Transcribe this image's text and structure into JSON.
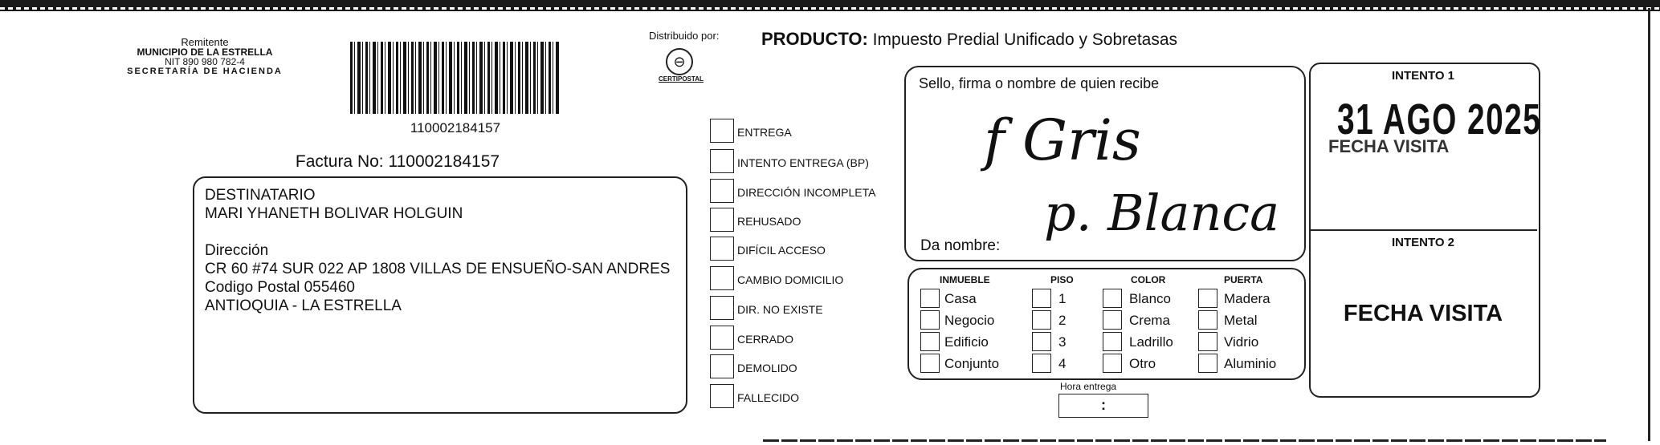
{
  "remitente": {
    "label": "Remitente",
    "name": "MUNICIPIO DE LA ESTRELLA",
    "nit": "NIT 890 980 782-4",
    "department": "SECRETARÍA DE HACIENDA"
  },
  "barcode_number": "110002184157",
  "factura": "Factura No: 110002184157",
  "destinatario": {
    "label": "DESTINATARIO",
    "name": "MARI YHANETH BOLIVAR HOLGUIN",
    "dir_label": "Dirección",
    "address": "CR 60  #74 SUR 022 AP 1808 VILLAS DE ENSUEÑO-SAN ANDRES",
    "postal": "Codigo Postal  055460",
    "city": "ANTIOQUIA - LA ESTRELLA"
  },
  "distribuido_por": "Distribuido por:",
  "logo_text": "CERTIPOSTAL",
  "producto": {
    "label": "PRODUCTO:",
    "value": "Impuesto Predial Unificado y Sobretasas"
  },
  "delivery_options": [
    "ENTREGA",
    "INTENTO ENTREGA (BP)",
    "DIRECCIÓN INCOMPLETA",
    "REHUSADO",
    "DIFÍCIL ACCESO",
    "CAMBIO DOMICILIO",
    "DIR. NO EXISTE",
    "CERRADO",
    "DEMOLIDO",
    "FALLECIDO"
  ],
  "sello": {
    "label": "Sello, firma o nombre de quien recibe",
    "handwriting_line1": "f Gris",
    "handwriting_line2": "p. Blanca",
    "da_nombre": "Da nombre:"
  },
  "inmueble": {
    "header": "INMUEBLE",
    "items": [
      "Casa",
      "Negocio",
      "Edificio",
      "Conjunto"
    ]
  },
  "piso": {
    "header": "PISO",
    "items": [
      "1",
      "2",
      "3",
      "4"
    ]
  },
  "color": {
    "header": "COLOR",
    "items": [
      "Blanco",
      "Crema",
      "Ladrillo",
      "Otro"
    ]
  },
  "puerta": {
    "header": "PUERTA",
    "items": [
      "Madera",
      "Metal",
      "Vidrio",
      "Aluminio"
    ]
  },
  "hora_entrega": {
    "label": "Hora entrega",
    "value": ":"
  },
  "intento1": {
    "label": "INTENTO 1",
    "fecha_visita": "FECHA VISITA",
    "stamp": "31 AGO 2025"
  },
  "intento2": {
    "label": "INTENTO 2",
    "fecha_visita": "FECHA VISITA"
  }
}
